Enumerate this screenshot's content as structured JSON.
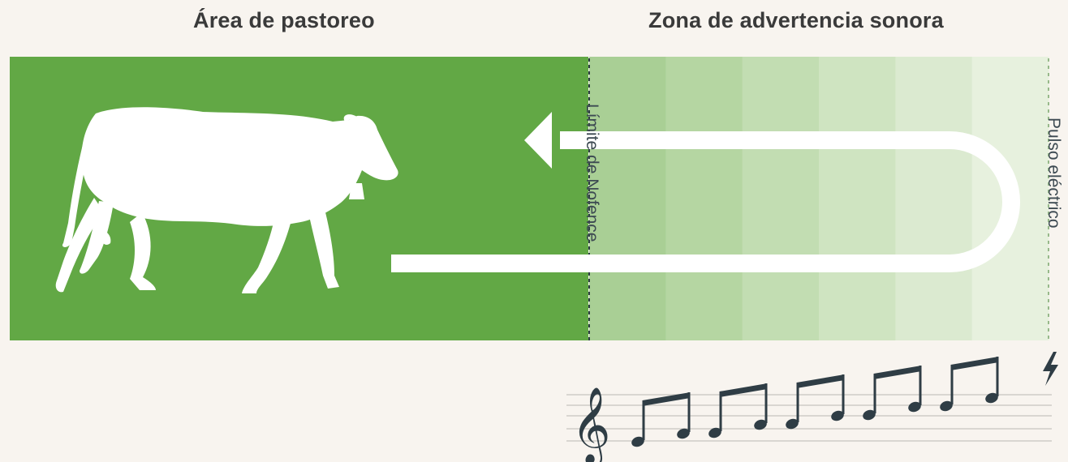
{
  "headings": {
    "grazing_area": "Área de pastoreo",
    "audio_warning_zone": "Zona de advertencia sonora"
  },
  "labels": {
    "boundary": "Límite de Nofence",
    "electric_pulse": "Pulso eléctrico"
  },
  "warning_zone": {
    "bands": 6,
    "band_colors": [
      "#a9cf95",
      "#b5d6a2",
      "#c2ddb2",
      "#cfe4c1",
      "#dbead0",
      "#e7f1de"
    ]
  },
  "colors": {
    "pasture_green": "#62a845",
    "background": "#f8f4ef",
    "ink": "#2f3d45",
    "arrow": "#ffffff"
  },
  "icons": [
    "cow-icon",
    "arrow-left-icon",
    "treble-clef-icon",
    "lightning-bolt-icon"
  ],
  "music": {
    "note_pairs": 5,
    "rising": true
  }
}
